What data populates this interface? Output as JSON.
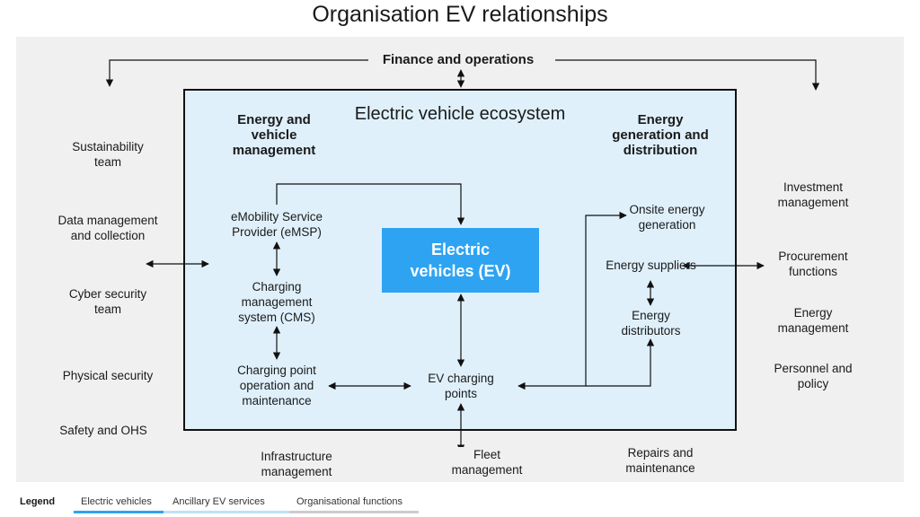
{
  "title": "Organisation EV relationships",
  "finance": "Finance and operations",
  "ecosystem": {
    "title": "Electric vehicle ecosystem",
    "left_header": [
      "Energy and",
      "vehicle",
      "management"
    ],
    "right_header": [
      "Energy",
      "generation and",
      "distribution"
    ],
    "center": [
      "Electric",
      "vehicles (EV)"
    ],
    "emsp": [
      "eMobility Service",
      "Provider (eMSP)"
    ],
    "cms": [
      "Charging",
      "management",
      "system (CMS)"
    ],
    "cpom": [
      "Charging point",
      "operation and",
      "maintenance"
    ],
    "charging_points": [
      "EV charging",
      "points"
    ],
    "onsite": [
      "Onsite energy",
      "generation"
    ],
    "suppliers": "Energy suppliers",
    "distributors": [
      "Energy",
      "distributors"
    ]
  },
  "left_functions": {
    "sustainability": [
      "Sustainability",
      "team"
    ],
    "data": [
      "Data management",
      "and collection"
    ],
    "cyber": [
      "Cyber security",
      "team"
    ],
    "physical": "Physical security",
    "safety": "Safety and OHS"
  },
  "right_functions": {
    "investment": [
      "Investment",
      "management"
    ],
    "procurement": [
      "Procurement",
      "functions"
    ],
    "energy_mgmt": [
      "Energy",
      "management"
    ],
    "personnel": [
      "Personnel and",
      "policy"
    ]
  },
  "bottom_functions": {
    "infrastructure": [
      "Infrastructure",
      "management"
    ],
    "fleet": [
      "Fleet",
      "management"
    ],
    "repairs": [
      "Repairs and",
      "maintenance"
    ]
  },
  "legend": {
    "title": "Legend",
    "items": [
      "Electric vehicles",
      "Ancillary EV services",
      "Organisational functions"
    ]
  },
  "colors": {
    "ev_blue": "#2ea3f2",
    "ecosystem_bg": "#dff0fb",
    "outer_bg": "#f0f0f0",
    "legend_ev": "#2ea3f2",
    "legend_ancillary": "#bfe1f7",
    "legend_org": "#cccccc"
  }
}
